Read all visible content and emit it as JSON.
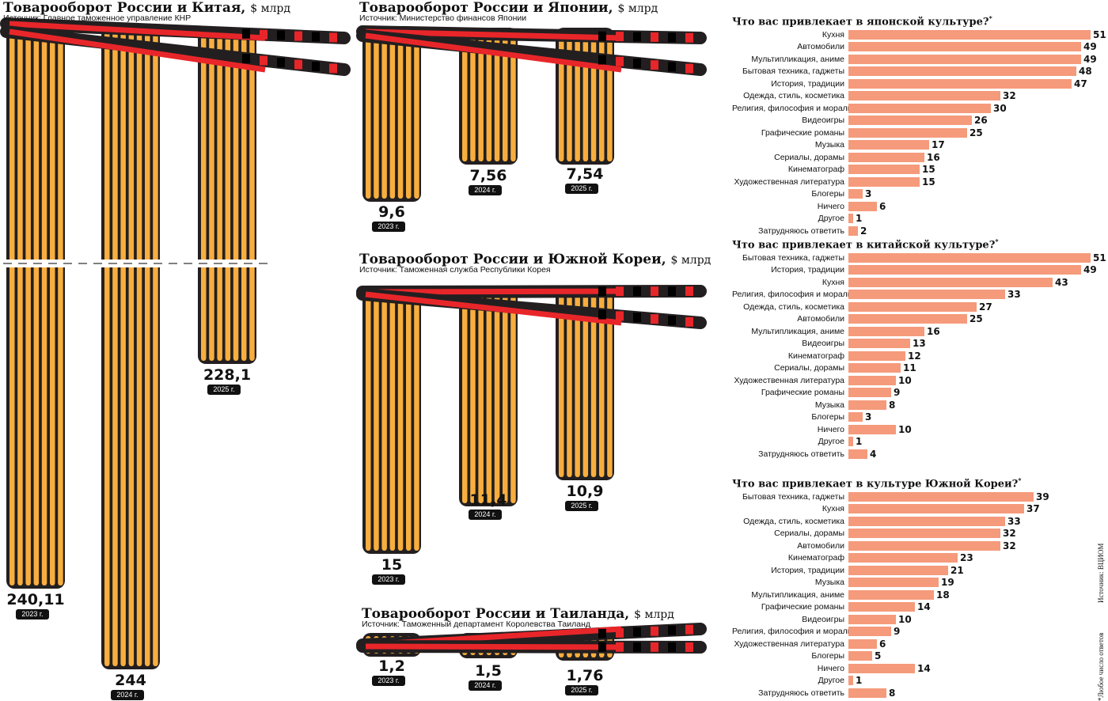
{
  "chart_data": [
    {
      "type": "bar",
      "id": "china",
      "title": "Товарооборот России и Китая,",
      "unit": "$ млрд",
      "source": "Источник: Главное таможенное управление КНР",
      "categories": [
        "2023 г.",
        "2024 г.",
        "2025 г."
      ],
      "values": [
        240.11,
        244,
        228.1
      ],
      "labels": [
        "240,11",
        "244",
        "228,1"
      ],
      "axis_break": true
    },
    {
      "type": "bar",
      "id": "japan",
      "title": "Товарооборот России и Японии,",
      "unit": "$ млрд",
      "source": "Источник: Министерство финансов Японии",
      "categories": [
        "2023 г.",
        "2024 г.",
        "2025 г."
      ],
      "values": [
        9.6,
        7.56,
        7.54
      ],
      "labels": [
        "9,6",
        "7,56",
        "7,54"
      ]
    },
    {
      "type": "bar",
      "id": "korea",
      "title": "Товарооборот России и Южной Кореи,",
      "unit": "$ млрд",
      "source": "Источник: Таможенная служба Республики Корея",
      "categories": [
        "2023 г.",
        "2024 г.",
        "2025 г."
      ],
      "values": [
        15,
        11.4,
        10.9
      ],
      "labels": [
        "15",
        "11,4",
        "10,9"
      ]
    },
    {
      "type": "bar",
      "id": "thai",
      "title": "Товарооборот России и Таиланда,",
      "unit": "$ млрд",
      "source": "Источник: Таможенный департамент Королевства Таиланд",
      "categories": [
        "2023 г.",
        "2024 г.",
        "2025 г."
      ],
      "values": [
        1.2,
        1.5,
        1.76
      ],
      "labels": [
        "1,2",
        "1,5",
        "1,76"
      ]
    },
    {
      "type": "bar",
      "orientation": "horizontal",
      "id": "s_japan",
      "title": "Что вас привлекает в японской культуре?",
      "categories": [
        "Кухня",
        "Автомобили",
        "Мультипликация, аниме",
        "Бытовая техника, гаджеты",
        "История, традиции",
        "Одежда, стиль, косметика",
        "Религия, философия и мораль",
        "Видеоигры",
        "Графические романы",
        "Музыка",
        "Сериалы, дорамы",
        "Кинематограф",
        "Художественная литература",
        "Блогеры",
        "Ничего",
        "Другое",
        "Затрудняюсь ответить"
      ],
      "values": [
        51,
        49,
        49,
        48,
        47,
        32,
        30,
        26,
        25,
        17,
        16,
        15,
        15,
        3,
        6,
        1,
        2
      ]
    },
    {
      "type": "bar",
      "orientation": "horizontal",
      "id": "s_china",
      "title": "Что вас привлекает в китайской культуре?",
      "categories": [
        "Бытовая техника, гаджеты",
        "История, традиции",
        "Кухня",
        "Религия, философия и мораль",
        "Одежда, стиль, косметика",
        "Автомобили",
        "Мультипликация, аниме",
        "Видеоигры",
        "Кинематограф",
        "Сериалы, дорамы",
        "Художественная литература",
        "Графические романы",
        "Музыка",
        "Блогеры",
        "Ничего",
        "Другое",
        "Затрудняюсь ответить"
      ],
      "values": [
        51,
        49,
        43,
        33,
        27,
        25,
        16,
        13,
        12,
        11,
        10,
        9,
        8,
        3,
        10,
        1,
        4
      ]
    },
    {
      "type": "bar",
      "orientation": "horizontal",
      "id": "s_korea",
      "title": "Что вас привлекает в культуре Южной Кореи?",
      "categories": [
        "Бытовая техника, гаджеты",
        "Кухня",
        "Одежда, стиль, косметика",
        "Сериалы, дорамы",
        "Автомобили",
        "Кинематограф",
        "История, традиции",
        "Музыка",
        "Мультипликация, аниме",
        "Графические романы",
        "Видеоигры",
        "Религия, философия и мораль",
        "Художественная литература",
        "Блогеры",
        "Ничего",
        "Другое",
        "Затрудняюсь ответить"
      ],
      "values": [
        39,
        37,
        33,
        32,
        32,
        23,
        21,
        19,
        18,
        14,
        10,
        9,
        6,
        5,
        14,
        1,
        8
      ]
    }
  ],
  "footnote": "*Любое число ответов",
  "survey_source": "Источник: ВЦИОМ",
  "colors": {
    "noodle": "#f7ae3e",
    "outline": "#231f20",
    "chopstick": "#e8262a",
    "bar": "#f59a7b"
  }
}
